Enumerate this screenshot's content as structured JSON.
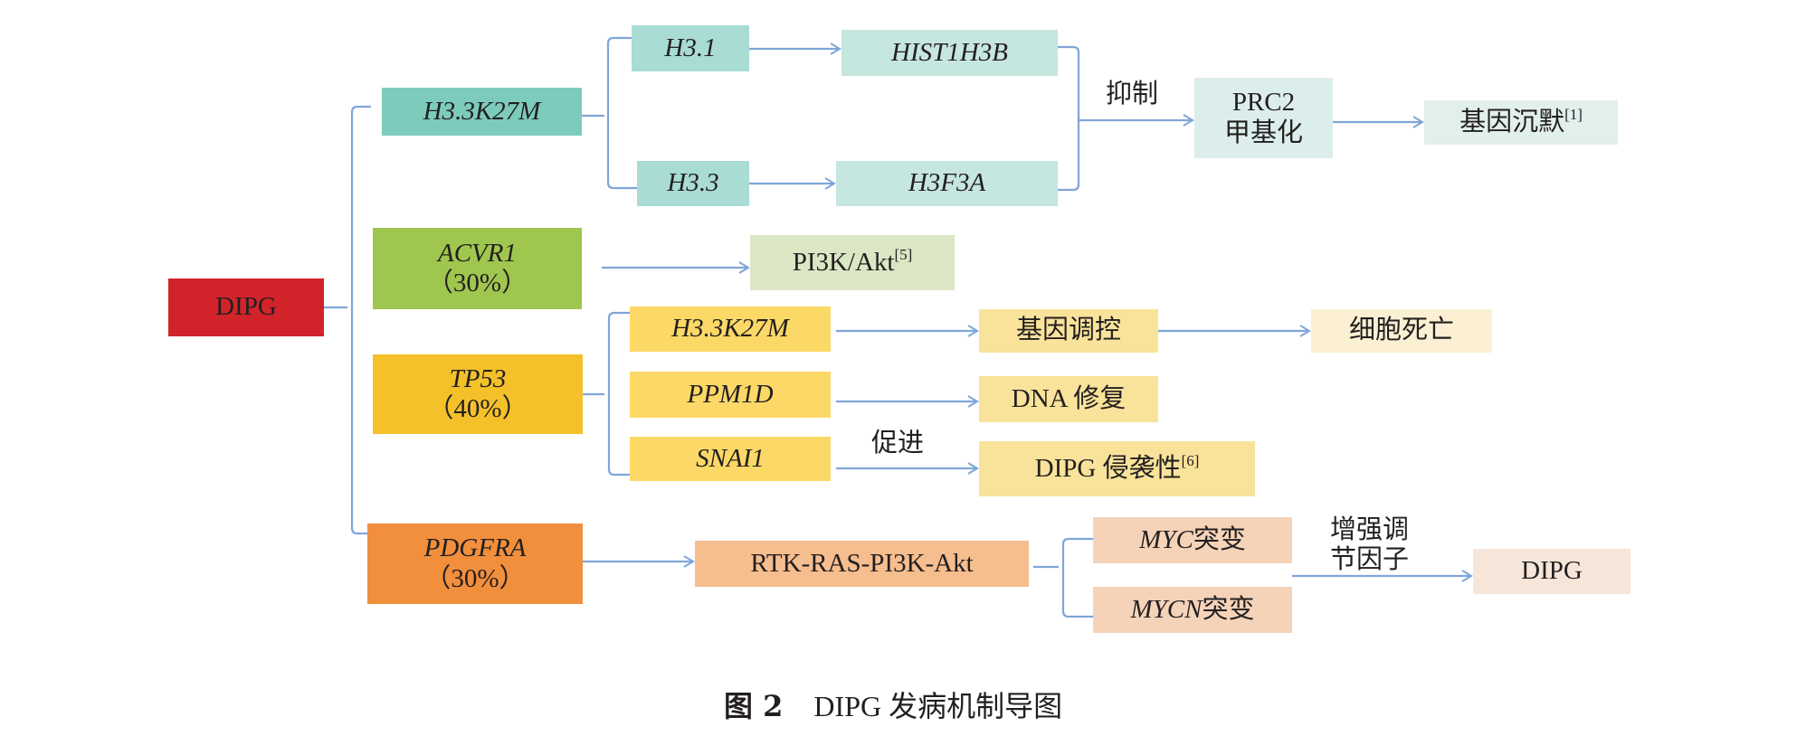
{
  "nodes": {
    "root": "DIPG",
    "h33k27m": "H3.3K27M",
    "h31": "H3.1",
    "h33": "H3.3",
    "hist1h3b": "HIST1H3B",
    "h3f3a": "H3F3A",
    "prc2_line1": "PRC2",
    "prc2_line2": "甲基化",
    "gene_silencing": "基因沉默",
    "gene_silencing_ref": "[1]",
    "acvr1": "ACVR1",
    "acvr1_pct": "（30%）",
    "pi3k": "PI3K/Akt",
    "pi3k_ref": "[5]",
    "tp53": "TP53",
    "tp53_pct": "（40%）",
    "tp53_h33k27m": "H3.3K27M",
    "ppm1d": "PPM1D",
    "snai1": "SNAI1",
    "gene_regulation": "基因调控",
    "cell_death": "细胞死亡",
    "dna_repair": "DNA 修复",
    "invasion": "DIPG 侵袭性",
    "invasion_ref": "[6]",
    "pdgfra": "PDGFRA",
    "pdgfra_pct": "（30%）",
    "rtk": "RTK-RAS-PI3K-Akt",
    "myc": "MYC",
    "myc_suffix": "突变",
    "mycn": "MYCN",
    "mycn_suffix": "突变",
    "final_dipg": "DIPG"
  },
  "edge_labels": {
    "inhibit": "抑制",
    "promote": "促进",
    "enhance_line1": "增强调",
    "enhance_line2": "节因子"
  },
  "caption": {
    "figure_number": "图 2",
    "title": "DIPG 发病机制导图"
  },
  "colors": {
    "root": "#d2232b",
    "h3_branch": "#7dcbbd",
    "h3_sub": "#a8dcd4",
    "h3_gene": "#c6e6e0",
    "prc2": "#dceeeb",
    "silencing": "#e1efed",
    "acvr1": "#9fc64f",
    "pi3k": "#dbe6c4",
    "tp53": "#f4c12b",
    "tp53_sub": "#fcd867",
    "tp53_effect": "#f9e39a",
    "cell_death": "#fbf0d3",
    "pdgfra": "#f18f3d",
    "rtk": "#f6bd8e",
    "myc": "#f5d3b9",
    "final_dipg": "#f6e6da",
    "connector": "#7fa6d8"
  }
}
